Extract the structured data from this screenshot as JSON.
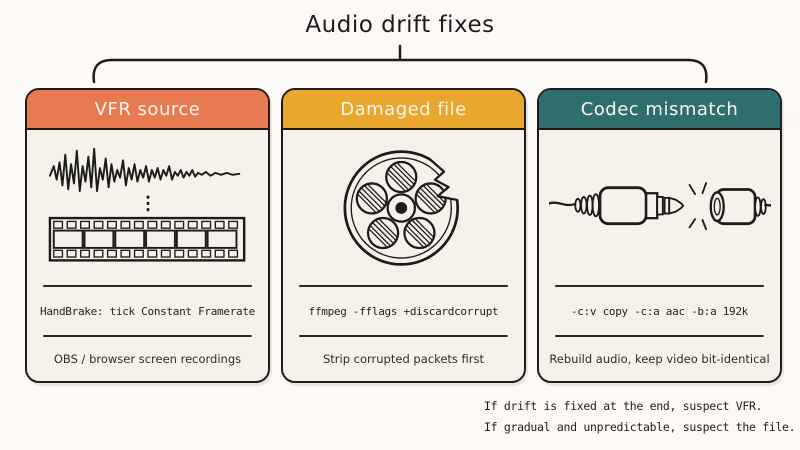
{
  "title": "Audio drift fixes",
  "cards": [
    {
      "header": "VFR source",
      "accent": "#e87a52",
      "illustration": "waveform-filmstrip",
      "command": "HandBrake: tick Constant Framerate",
      "tip": "OBS / browser screen recordings"
    },
    {
      "header": "Damaged file",
      "accent": "#e9a72e",
      "illustration": "broken-film-reel",
      "command": "ffmpeg -fflags +discardcorrupt",
      "tip": "Strip corrupted packets first"
    },
    {
      "header": "Codec mismatch",
      "accent": "#2e6f6d",
      "illustration": "audio-jack-disconnect",
      "command": "-c:v copy -c:a aac -b:a 192k",
      "tip": "Rebuild audio, keep video bit-identical"
    }
  ],
  "footnote": {
    "line1": "If drift is fixed at the end, suspect VFR.",
    "line2": "If gradual and unpredictable, suspect the file."
  },
  "colors": {
    "page_background": "#fdf9f7",
    "card_background": "#f6f2ea",
    "ink": "#1c1c1c",
    "orange": "#e87a52",
    "yellow": "#e9a72e",
    "teal": "#2e6f6d",
    "header_text": "#faf5ec"
  }
}
